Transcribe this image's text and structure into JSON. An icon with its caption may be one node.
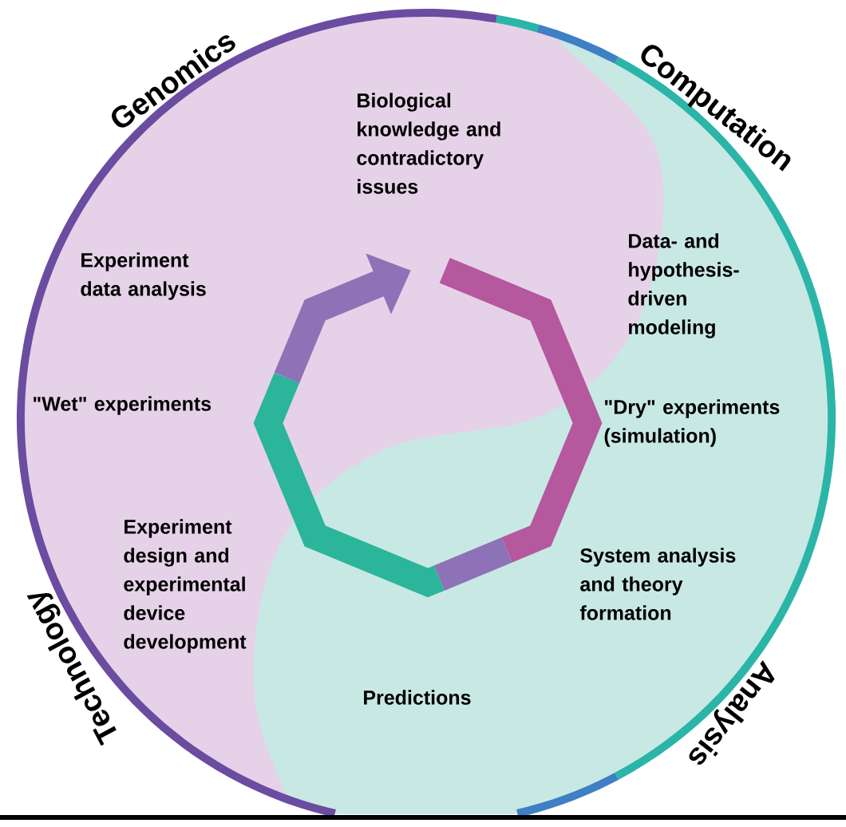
{
  "diagram": {
    "labels": [
      "Genomics",
      "Computation",
      "Biological knowledge and contradictory issues",
      "Experiment data analysis",
      "Data- and hypothesis-driven modeling",
      "\"Wet\" experiments",
      "\"Dry\" experiments (simulation)",
      "Experiment design and experimental device development",
      "System analysis and theory formation",
      "Technology",
      "Predictions",
      "Analysis"
    ]
  }
}
